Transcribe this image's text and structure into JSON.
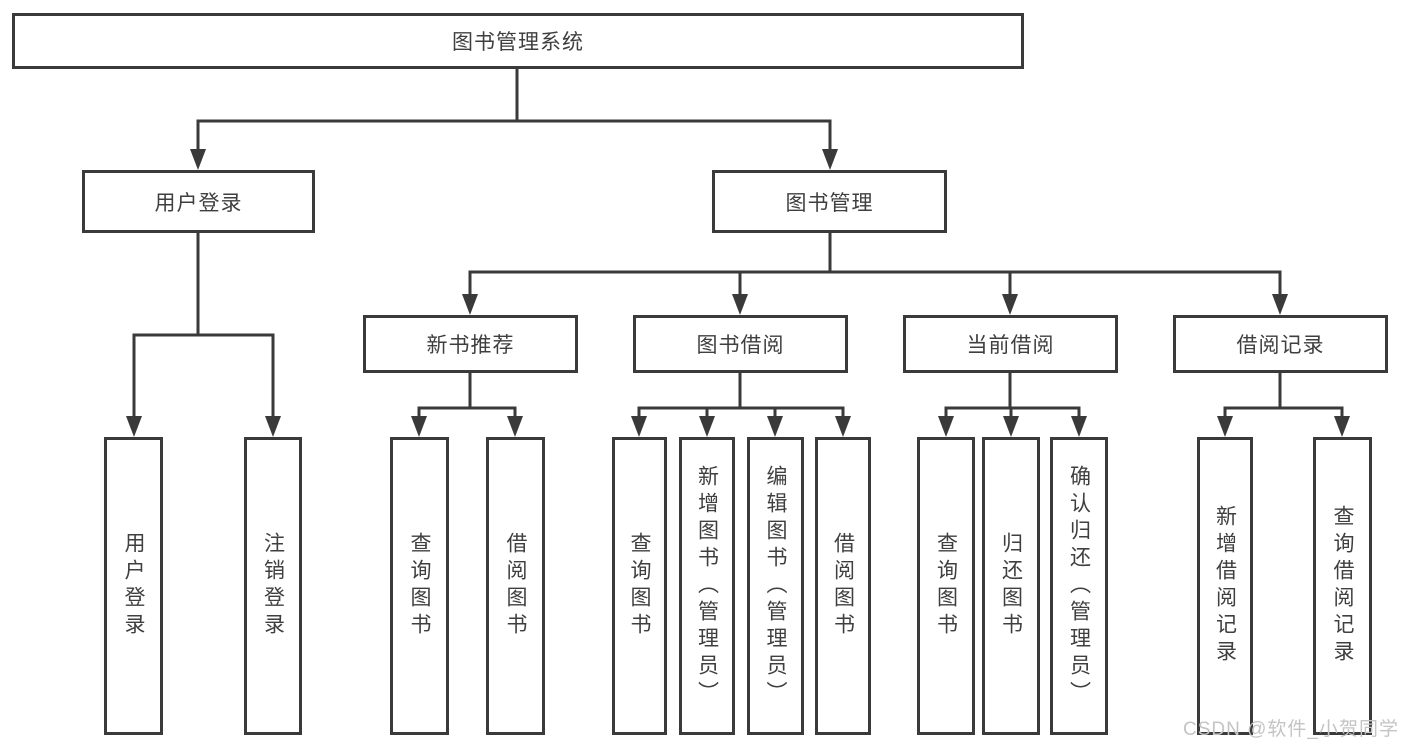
{
  "tree": {
    "label": "图书管理系统",
    "children": [
      {
        "label": "用户登录",
        "children": [
          {
            "label": "用户登录"
          },
          {
            "label": "注销登录"
          }
        ]
      },
      {
        "label": "图书管理",
        "children": [
          {
            "label": "新书推荐",
            "children": [
              {
                "label": "查询图书"
              },
              {
                "label": "借阅图书"
              }
            ]
          },
          {
            "label": "图书借阅",
            "children": [
              {
                "label": "查询图书"
              },
              {
                "label": "新增图书（管理员）"
              },
              {
                "label": "编辑图书（管理员）"
              },
              {
                "label": "借阅图书"
              }
            ]
          },
          {
            "label": "当前借阅",
            "children": [
              {
                "label": "查询图书"
              },
              {
                "label": "归还图书"
              },
              {
                "label": "确认归还（管理员）"
              }
            ]
          },
          {
            "label": "借阅记录",
            "children": [
              {
                "label": "新增借阅记录"
              },
              {
                "label": "查询借阅记录"
              }
            ]
          }
        ]
      }
    ]
  },
  "watermark": {
    "text": "CSDN @软件_小贺同学"
  },
  "colors": {
    "line": "#3a3a3a",
    "text": "#3f3f3f",
    "box_background": "#ffffff",
    "watermark": "#c4c4c4",
    "background": "#ffffff"
  }
}
